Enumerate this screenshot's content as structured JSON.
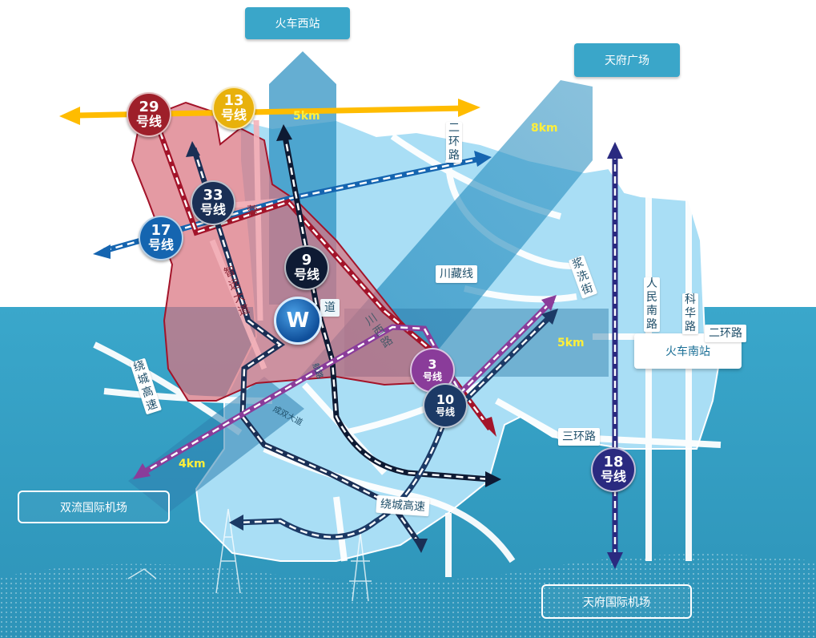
{
  "destinations": {
    "west_station": "火车西站",
    "tianfu_square": "天府广场",
    "south_station": "火车南站",
    "shuangliu_airport": "双流国际机场",
    "tianfu_airport": "天府国际机场"
  },
  "distances": {
    "to_west_station": "5km",
    "to_tianfu_square": "8km",
    "to_south_station": "5km",
    "to_shuangliu_airport": "4km"
  },
  "metro_lines": [
    {
      "number": "29",
      "suffix": "号线",
      "color": "#9e1f2a"
    },
    {
      "number": "13",
      "suffix": "号线",
      "color": "#e8b10c"
    },
    {
      "number": "33",
      "suffix": "号线",
      "color": "#1a2f55"
    },
    {
      "number": "17",
      "suffix": "号线",
      "color": "#1565b0"
    },
    {
      "number": "9",
      "suffix": "号线",
      "color": "#0e1a33"
    },
    {
      "number": "3",
      "suffix": "号线",
      "color": "#8a3c9a"
    },
    {
      "number": "10",
      "suffix": "号线",
      "color": "#1c3a66"
    },
    {
      "number": "18",
      "suffix": "号线",
      "color": "#2a2a80"
    }
  ],
  "roads": {
    "second_ring": "二环路",
    "third_ring": "三环路",
    "chuanzang": "川藏线",
    "jiangxi_street": "浆洗街",
    "renmin_south": "人民南路",
    "kehua_road": "科华路",
    "ring_road_partial": "二环路",
    "raocheng_expressway": "绕城高速",
    "raocheng_expressway_south": "绕城高速",
    "zhiyuan_avenue": "智远大道",
    "chengshuang_avenue": "成双大道",
    "avenue_fragment": "道",
    "road_fragment_top": "蓉",
    "chuanxi_fragment": "川西路",
    "small_road": "航路"
  },
  "logo": {
    "text": "W"
  },
  "colors": {
    "sky_blue": "#a7dff6",
    "sea_blue": "#38a2c6",
    "district_red": "#d9737f",
    "arrow_yellow": "#ffbc00",
    "label_teal": "#3aa6c9"
  }
}
